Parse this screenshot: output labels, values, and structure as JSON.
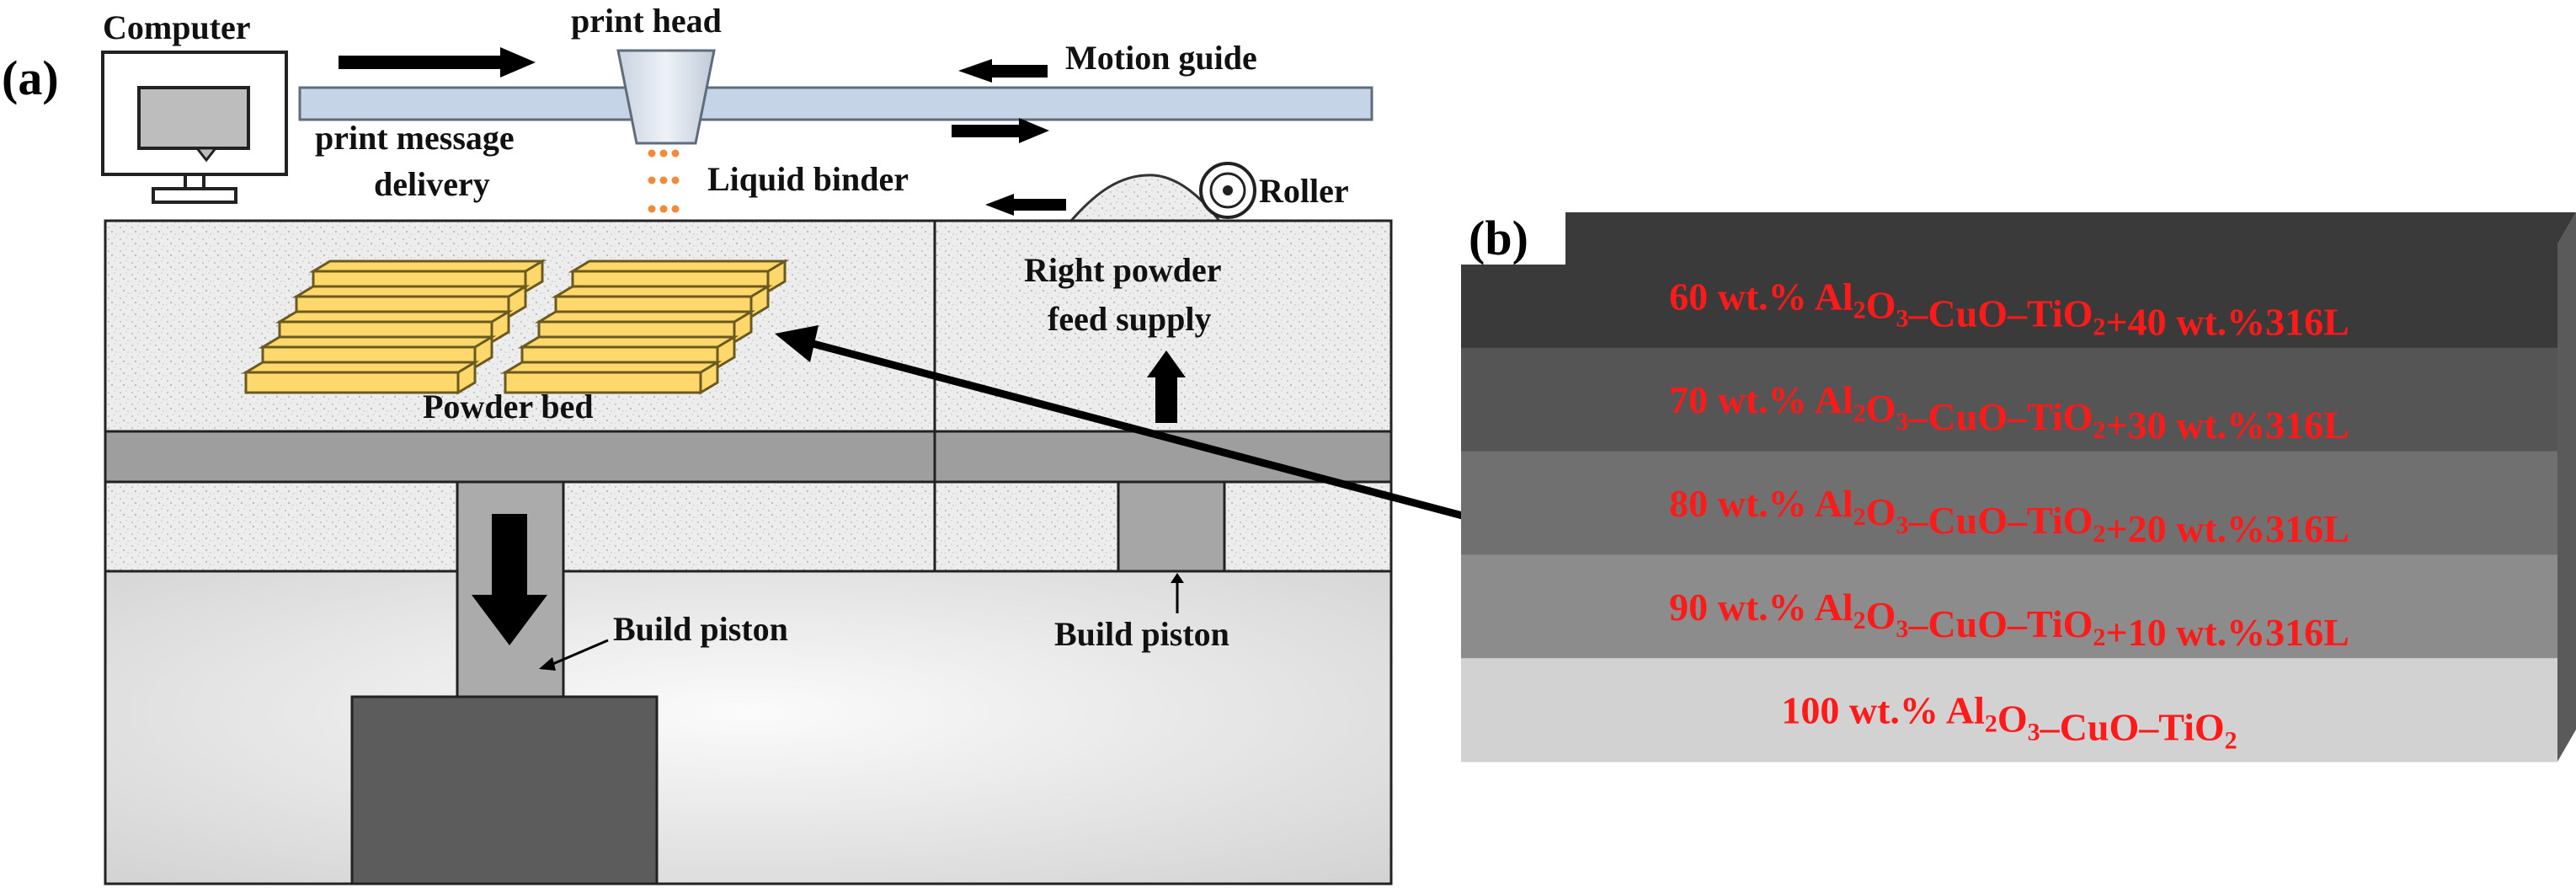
{
  "panel_a": {
    "label": "(a)",
    "labels": {
      "computer": "Computer",
      "print_head": "print head",
      "motion_guide": "Motion guide",
      "print_message_line1": "print message",
      "print_message_line2": "delivery",
      "liquid_binder": "Liquid binder",
      "roller": "Roller",
      "right_powder_line1": "Right powder",
      "right_powder_line2": "feed supply",
      "powder_bed": "Powder bed",
      "build_piston_left": "Build piston",
      "build_piston_right": "Build piston"
    }
  },
  "panel_b": {
    "label": "(b)",
    "text_color": "#ff1a1a",
    "layers": [
      {
        "segments": [
          [
            "60 wt.% Al",
            "n"
          ],
          [
            "2",
            "sub"
          ],
          [
            "O",
            "n"
          ],
          [
            "3",
            "sub"
          ],
          [
            "–CuO–TiO",
            "n"
          ],
          [
            "2",
            "sub"
          ],
          [
            "+40 wt.%316L",
            "n"
          ]
        ],
        "fill": "#3a3a3a"
      },
      {
        "segments": [
          [
            "70 wt.% Al",
            "n"
          ],
          [
            "2",
            "sub"
          ],
          [
            "O",
            "n"
          ],
          [
            "3",
            "sub"
          ],
          [
            "–CuO–TiO",
            "n"
          ],
          [
            "2",
            "sub"
          ],
          [
            "+30 wt.%316L",
            "n"
          ]
        ],
        "fill": "#555555"
      },
      {
        "segments": [
          [
            "80 wt.% Al",
            "n"
          ],
          [
            "2",
            "sub"
          ],
          [
            "O",
            "n"
          ],
          [
            "3",
            "sub"
          ],
          [
            "–CuO–TiO",
            "n"
          ],
          [
            "2",
            "sub"
          ],
          [
            "+20 wt.%316L",
            "n"
          ]
        ],
        "fill": "#707070"
      },
      {
        "segments": [
          [
            "90 wt.% Al",
            "n"
          ],
          [
            "2",
            "sub"
          ],
          [
            "O",
            "n"
          ],
          [
            "3",
            "sub"
          ],
          [
            "–CuO–TiO",
            "n"
          ],
          [
            "2",
            "sub"
          ],
          [
            "+10 wt.%316L",
            "n"
          ]
        ],
        "fill": "#8c8c8c"
      },
      {
        "segments": [
          [
            "100 wt.% Al",
            "n"
          ],
          [
            "2",
            "sub"
          ],
          [
            "O",
            "n"
          ],
          [
            "3",
            "sub"
          ],
          [
            "–CuO–TiO",
            "n"
          ],
          [
            "2",
            "sub"
          ]
        ],
        "fill": "#d2d2d2"
      }
    ]
  }
}
